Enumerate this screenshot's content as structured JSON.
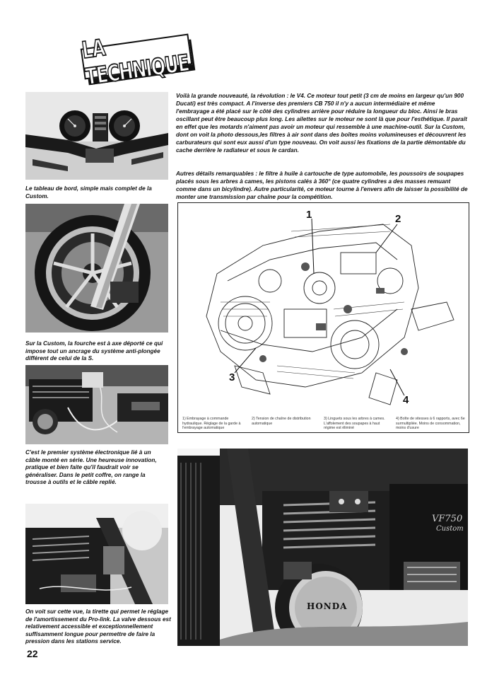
{
  "header": {
    "section_title": "LA TECHNIQUE"
  },
  "intro": {
    "paragraph": "Voilà la grande nouveauté, la révolution : le V4. Ce moteur tout petit (3 cm de moins en largeur qu'un 900 Ducati) est très compact. A l'inverse des premiers CB 750 il n'y a aucun intermédiaire et même l'embrayage a été placé sur le côté des cylindres arrière pour réduire la longueur du bloc. Ainsi le bras oscillant peut être beaucoup plus long. Les ailettes sur le moteur ne sont là que pour l'esthétique. Il paraît en effet que les motards n'aiment pas avoir un moteur qui ressemble à une machine-outil. Sur la Custom, dont on voit la photo dessous,les filtres à air sont dans des boîtes moins volumineuses et découvrent les carburateurs qui sont eux aussi d'un type nouveau. On voit aussi les fixations de la partie démontable du cache derrière le radiateur et sous le cardan.",
    "paragraph2": "Autres détails remarquables : le filtre à huile à cartouche de type automobile, les poussoirs de soupapes placés sous les arbres à cames, les pistons calés à 360° (ce quatre cylindres a des masses remuant comme dans un bicylindre). Autre particularité, ce moteur tourne à l'envers afin de laisser la possibilité de monter une transmission par chaîne pour la compétition."
  },
  "captions": {
    "dashboard": "Le tableau de bord, simple mais complet de la Custom.",
    "fork": "Sur la Custom, la fourche est à axe déporté ce qui impose tout un ancrage du système anti-plongée différent de celui de la S.",
    "electronic": "C'est le premier système électronique lié à un câble monté en série. Une heureuse innovation, pratique et bien faite qu'il faudrait voir se généraliser. Dans le petit coffre, on range la trousse à outils et le câble replié.",
    "prolink": "On voit sur cette vue, la tirette qui permet le réglage de l'amortissement du Pro-link. La valve dessous est relativement accessible et exceptionnellement suffisamment longue pour permettre de faire la pression dans les stations service."
  },
  "diagram": {
    "callouts": [
      "1",
      "2",
      "3",
      "4"
    ],
    "legend": [
      "1) Embrayage à commande hydraulique. Réglage de la garde à l'embrayage automatique",
      "2) Tension de chaîne de distribution automatique",
      "3) Linguets sous les arbres à cames. L'affolement des soupapes à haut régime est éliminé",
      "4) Boîte de vitesses à 6 rapports, avec 6e surmultipliée. Moins de consommation, moins d'usure"
    ]
  },
  "engine_photo": {
    "badge": "HONDA",
    "tank_logo_line1": "VF750",
    "tank_logo_line2": "Custom"
  },
  "page": {
    "number": "22"
  }
}
